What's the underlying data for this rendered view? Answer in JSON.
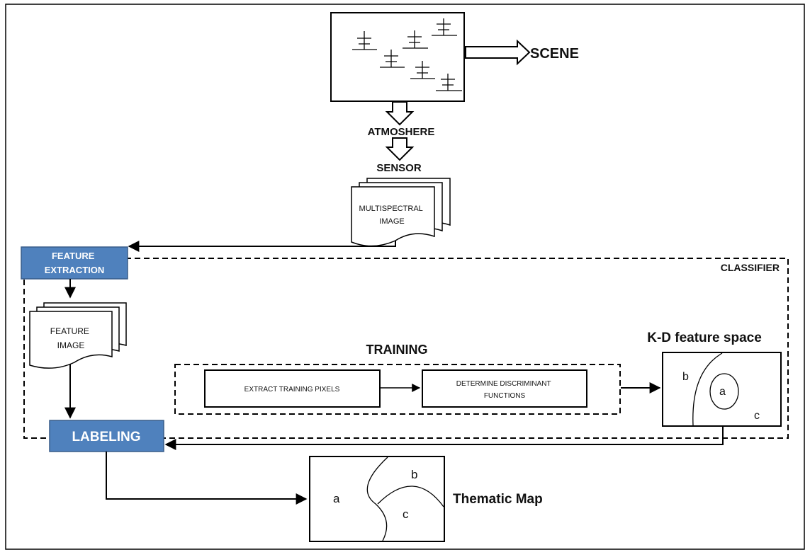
{
  "diagram": {
    "scene_label": "SCENE",
    "atmosphere_label": "ATMOSHERE",
    "sensor_label": "SENSOR",
    "multispectral_image": [
      "MULTISPECTRAL",
      "IMAGE"
    ],
    "feature_extraction": [
      "FEATURE",
      "EXTRACTION"
    ],
    "classifier_label": "CLASSIFIER",
    "feature_image": [
      "FEATURE",
      "IMAGE"
    ],
    "training_label": "TRAINING",
    "extract_training_pixels": "EXTRACT TRAINING PIXELS",
    "determine_discriminant": [
      "DETERMINE DISCRIMINANT",
      "FUNCTIONS"
    ],
    "kd_feature_space_label": "K-D feature space",
    "feature_space_regions": {
      "a": "a",
      "b": "b",
      "c": "c"
    },
    "labeling_label": "LABELING",
    "thematic_map_label": "Thematic Map",
    "thematic_map_regions": {
      "a": "a",
      "b": "b",
      "c": "c"
    },
    "colors": {
      "box_blue": "#4F81BD",
      "box_blue_border": "#385D8A",
      "line": "#000000"
    }
  }
}
